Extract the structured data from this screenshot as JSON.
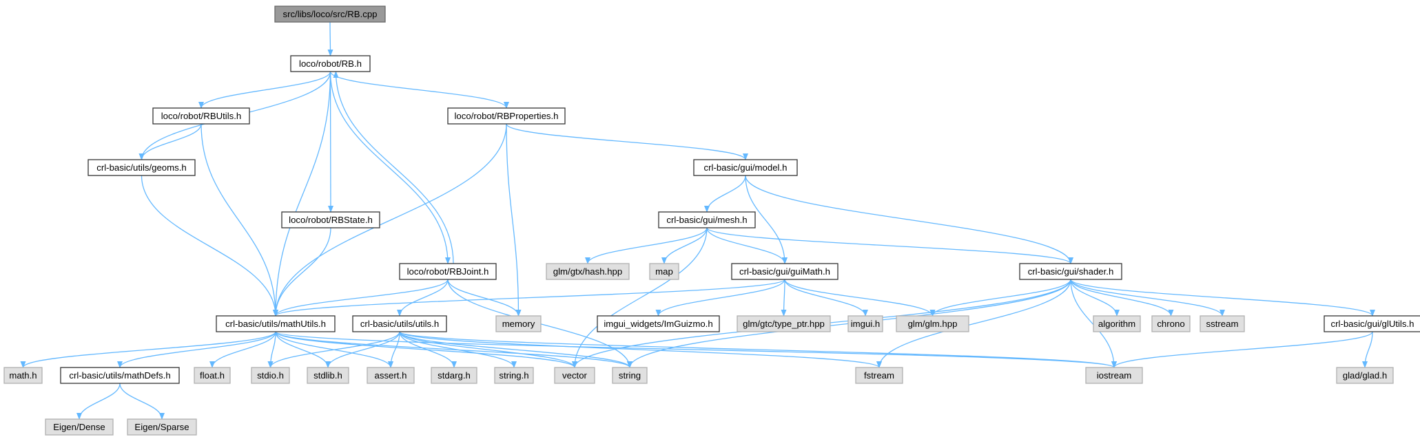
{
  "colors": {
    "edge": "#63b8ff",
    "root_fill": "#999999",
    "header_fill": "#ffffff",
    "system_fill": "#e0e0e0"
  },
  "nodes": [
    {
      "id": "rbcpp",
      "label": "src/libs/loco/src/RB.cpp",
      "kind": "root"
    },
    {
      "id": "rbh",
      "label": "loco/robot/RB.h",
      "kind": "header"
    },
    {
      "id": "rbutils",
      "label": "loco/robot/RBUtils.h",
      "kind": "header"
    },
    {
      "id": "rbprops",
      "label": "loco/robot/RBProperties.h",
      "kind": "header"
    },
    {
      "id": "geoms",
      "label": "crl-basic/utils/geoms.h",
      "kind": "header"
    },
    {
      "id": "model",
      "label": "crl-basic/gui/model.h",
      "kind": "header"
    },
    {
      "id": "rbstate",
      "label": "loco/robot/RBState.h",
      "kind": "header"
    },
    {
      "id": "mesh",
      "label": "crl-basic/gui/mesh.h",
      "kind": "header"
    },
    {
      "id": "rbjoint",
      "label": "loco/robot/RBJoint.h",
      "kind": "header"
    },
    {
      "id": "hash",
      "label": "glm/gtx/hash.hpp",
      "kind": "system"
    },
    {
      "id": "map",
      "label": "map",
      "kind": "system"
    },
    {
      "id": "guimath",
      "label": "crl-basic/gui/guiMath.h",
      "kind": "header"
    },
    {
      "id": "shader",
      "label": "crl-basic/gui/shader.h",
      "kind": "header"
    },
    {
      "id": "mathutils",
      "label": "crl-basic/utils/mathUtils.h",
      "kind": "header"
    },
    {
      "id": "utils",
      "label": "crl-basic/utils/utils.h",
      "kind": "header"
    },
    {
      "id": "memory",
      "label": "memory",
      "kind": "system"
    },
    {
      "id": "imguizmo",
      "label": "imgui_widgets/ImGuizmo.h",
      "kind": "header"
    },
    {
      "id": "typeptr",
      "label": "glm/gtc/type_ptr.hpp",
      "kind": "system"
    },
    {
      "id": "imgui",
      "label": "imgui.h",
      "kind": "system"
    },
    {
      "id": "glm",
      "label": "glm/glm.hpp",
      "kind": "system"
    },
    {
      "id": "algorithm",
      "label": "algorithm",
      "kind": "system"
    },
    {
      "id": "chrono",
      "label": "chrono",
      "kind": "system"
    },
    {
      "id": "sstream",
      "label": "sstream",
      "kind": "system"
    },
    {
      "id": "glutils",
      "label": "crl-basic/gui/glUtils.h",
      "kind": "header"
    },
    {
      "id": "math",
      "label": "math.h",
      "kind": "system"
    },
    {
      "id": "mathdefs",
      "label": "crl-basic/utils/mathDefs.h",
      "kind": "header"
    },
    {
      "id": "float",
      "label": "float.h",
      "kind": "system"
    },
    {
      "id": "stdio",
      "label": "stdio.h",
      "kind": "system"
    },
    {
      "id": "stdlib",
      "label": "stdlib.h",
      "kind": "system"
    },
    {
      "id": "assert",
      "label": "assert.h",
      "kind": "system"
    },
    {
      "id": "stdarg",
      "label": "stdarg.h",
      "kind": "system"
    },
    {
      "id": "stringh",
      "label": "string.h",
      "kind": "system"
    },
    {
      "id": "vector",
      "label": "vector",
      "kind": "system"
    },
    {
      "id": "string",
      "label": "string",
      "kind": "system"
    },
    {
      "id": "fstream",
      "label": "fstream",
      "kind": "system"
    },
    {
      "id": "iostream",
      "label": "iostream",
      "kind": "system"
    },
    {
      "id": "gladh",
      "label": "glad/glad.h",
      "kind": "system"
    },
    {
      "id": "dense",
      "label": "Eigen/Dense",
      "kind": "system"
    },
    {
      "id": "sparse",
      "label": "Eigen/Sparse",
      "kind": "system"
    }
  ],
  "edges": [
    [
      "rbcpp",
      "rbh"
    ],
    [
      "rbh",
      "rbutils"
    ],
    [
      "rbh",
      "rbprops"
    ],
    [
      "rbh",
      "geoms"
    ],
    [
      "rbh",
      "mathutils"
    ],
    [
      "rbh",
      "rbstate"
    ],
    [
      "rbh",
      "rbjoint"
    ],
    [
      "rbutils",
      "geoms"
    ],
    [
      "rbutils",
      "mathutils"
    ],
    [
      "geoms",
      "mathutils"
    ],
    [
      "rbprops",
      "mathutils"
    ],
    [
      "rbprops",
      "memory"
    ],
    [
      "rbprops",
      "model"
    ],
    [
      "model",
      "mesh"
    ],
    [
      "model",
      "guimath"
    ],
    [
      "model",
      "shader"
    ],
    [
      "mesh",
      "hash"
    ],
    [
      "mesh",
      "map"
    ],
    [
      "mesh",
      "vector"
    ],
    [
      "mesh",
      "guimath"
    ],
    [
      "mesh",
      "shader"
    ],
    [
      "rbstate",
      "mathutils"
    ],
    [
      "rbjoint",
      "rbh"
    ],
    [
      "rbjoint",
      "mathutils"
    ],
    [
      "rbjoint",
      "utils"
    ],
    [
      "rbjoint",
      "memory"
    ],
    [
      "rbjoint",
      "string"
    ],
    [
      "guimath",
      "mathutils"
    ],
    [
      "guimath",
      "imguizmo"
    ],
    [
      "guimath",
      "typeptr"
    ],
    [
      "guimath",
      "imgui"
    ],
    [
      "guimath",
      "glm"
    ],
    [
      "shader",
      "glm"
    ],
    [
      "shader",
      "algorithm"
    ],
    [
      "shader",
      "chrono"
    ],
    [
      "shader",
      "sstream"
    ],
    [
      "shader",
      "glutils"
    ],
    [
      "shader",
      "vector"
    ],
    [
      "shader",
      "string"
    ],
    [
      "shader",
      "fstream"
    ],
    [
      "shader",
      "iostream"
    ],
    [
      "mathutils",
      "math"
    ],
    [
      "mathutils",
      "mathdefs"
    ],
    [
      "mathutils",
      "float"
    ],
    [
      "mathutils",
      "stdio"
    ],
    [
      "mathutils",
      "stdlib"
    ],
    [
      "mathutils",
      "assert"
    ],
    [
      "mathutils",
      "vector"
    ],
    [
      "mathutils",
      "string"
    ],
    [
      "mathutils",
      "iostream"
    ],
    [
      "utils",
      "stdio"
    ],
    [
      "utils",
      "stdlib"
    ],
    [
      "utils",
      "assert"
    ],
    [
      "utils",
      "stdarg"
    ],
    [
      "utils",
      "stringh"
    ],
    [
      "utils",
      "vector"
    ],
    [
      "utils",
      "string"
    ],
    [
      "utils",
      "fstream"
    ],
    [
      "utils",
      "iostream"
    ],
    [
      "glutils",
      "iostream"
    ],
    [
      "glutils",
      "gladh"
    ],
    [
      "mathdefs",
      "dense"
    ],
    [
      "mathdefs",
      "sparse"
    ]
  ]
}
